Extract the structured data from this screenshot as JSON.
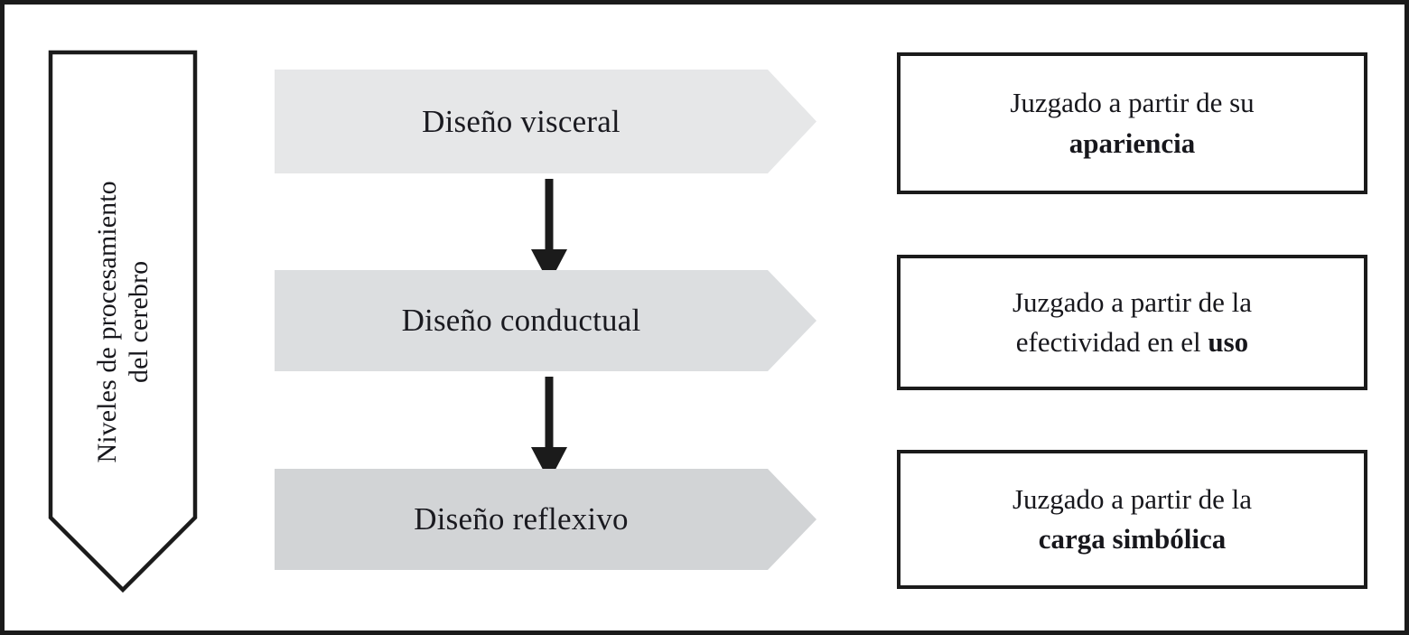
{
  "diagram": {
    "title": "Niveles de procesamiento del cerebro",
    "colors": {
      "frame_border": "#1b1b1b",
      "background": "#ffffff",
      "text": "#17171c",
      "arrow_level_1_fill": "#e6e7e8",
      "arrow_level_2_fill": "#dcdee0",
      "arrow_level_3_fill": "#d2d4d6",
      "connector_arrow": "#1b1b1b",
      "box_border": "#1b1b1b"
    }
  },
  "levels_arrow": {
    "name": "Niveles de procesamiento del cerebro",
    "line_1": "Niveles de procesamiento",
    "line_2": "del cerebro",
    "orientation": "vertical-downward"
  },
  "levels": [
    {
      "id": "visceral",
      "arrow_label": "Diseño visceral",
      "fill": "#e6e7e8",
      "description": {
        "line_1": "Juzgado a partir de su",
        "line_2_bold": "apariencia"
      }
    },
    {
      "id": "conductual",
      "arrow_label": "Diseño conductual",
      "fill": "#dcdee0",
      "description": {
        "line_1": "Juzgado a partir de la",
        "line_2_prefix": "efectividad en el ",
        "line_2_bold": "uso"
      }
    },
    {
      "id": "reflexivo",
      "arrow_label": "Diseño reflexivo",
      "fill": "#d2d4d6",
      "description": {
        "line_1": "Juzgado a partir de la",
        "line_2_bold": "carga simbólica"
      }
    }
  ],
  "connectors": [
    {
      "id": "visceral-to-conductual",
      "direction": "down"
    },
    {
      "id": "conductual-to-reflexivo",
      "direction": "down"
    }
  ]
}
